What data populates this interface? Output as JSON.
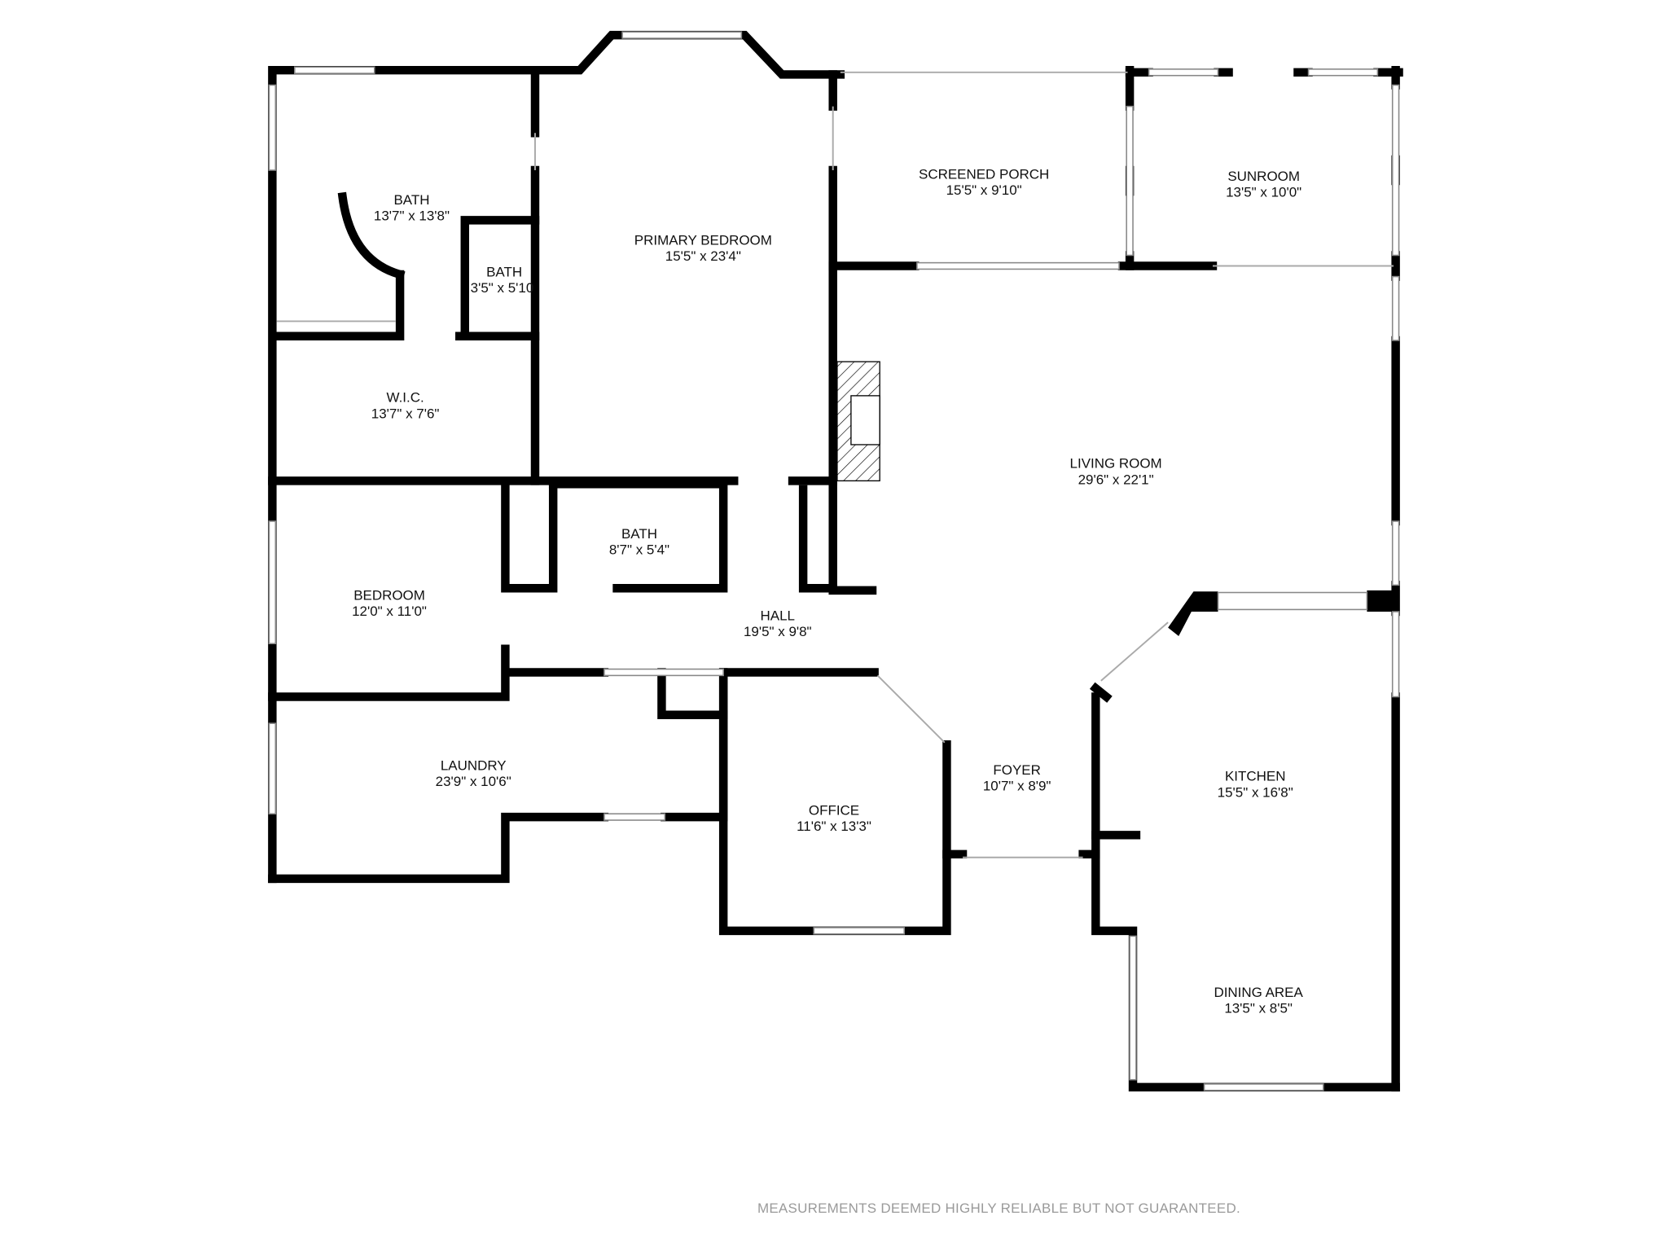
{
  "rooms": [
    {
      "name": "BATH",
      "size": "13'7\" x 13'8\""
    },
    {
      "name": "BATH",
      "size": "3'5\" x 5'10"
    },
    {
      "name": "PRIMARY BEDROOM",
      "size": "15'5\" x 23'4\""
    },
    {
      "name": "SCREENED PORCH",
      "size": "15'5\" x 9'10\""
    },
    {
      "name": "SUNROOM",
      "size": "13'5\" x 10'0\""
    },
    {
      "name": "W.I.C.",
      "size": "13'7\" x 7'6\""
    },
    {
      "name": "LIVING ROOM",
      "size": "29'6\" x 22'1\""
    },
    {
      "name": "BATH",
      "size": "8'7\" x 5'4\""
    },
    {
      "name": "BEDROOM",
      "size": "12'0\" x 11'0\""
    },
    {
      "name": "HALL",
      "size": "19'5\" x 9'8\""
    },
    {
      "name": "LAUNDRY",
      "size": "23'9\" x 10'6\""
    },
    {
      "name": "OFFICE",
      "size": "11'6\" x 13'3\""
    },
    {
      "name": "FOYER",
      "size": "10'7\" x 8'9\""
    },
    {
      "name": "KITCHEN",
      "size": "15'5\" x 16'8\""
    },
    {
      "name": "DINING AREA",
      "size": "13'5\" x 8'5\""
    }
  ],
  "disclaimer": "MEASUREMENTS DEEMED HIGHLY RELIABLE BUT NOT GUARANTEED.",
  "colors": {
    "wall": "#000000",
    "disclaimer": "#9a9a9a"
  }
}
